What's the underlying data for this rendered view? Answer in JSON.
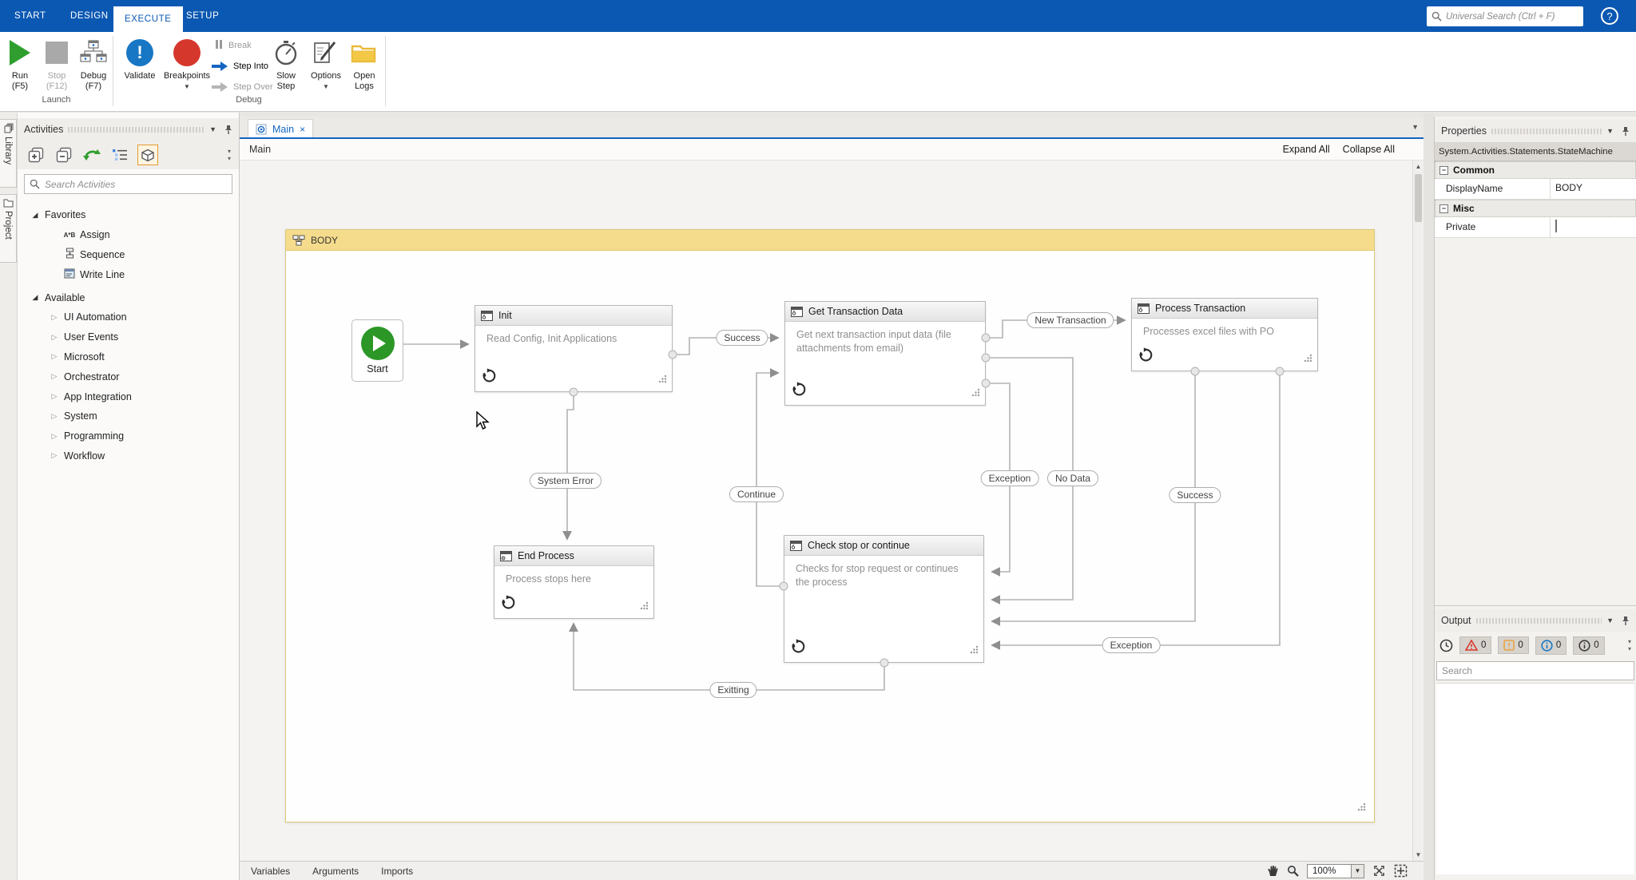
{
  "colors": {
    "accent_blue": "#0b58b2",
    "tab_blue": "#1565c0",
    "body_header_yellow": "#f5dc8c",
    "run_green": "#2f9e2f",
    "breakpoint_red": "#d6372c",
    "validate_blue": "#1777c4",
    "folder_yellow": "#f2c031",
    "error_red": "#d9372c",
    "warning_orange": "#e8a33d"
  },
  "ribbon": {
    "tabs": [
      {
        "label": "START"
      },
      {
        "label": "DESIGN"
      },
      {
        "label": "EXECUTE"
      },
      {
        "label": "SETUP"
      }
    ],
    "search_placeholder": "Universal Search (Ctrl + F)",
    "help_label": "?",
    "buttons": {
      "run_label": "Run",
      "run_key": "(F5)",
      "stop_label": "Stop",
      "stop_key": "(F12)",
      "debug_label": "Debug",
      "debug_key": "(F7)",
      "validate": "Validate",
      "breakpoints": "Breakpoints",
      "break": "Break",
      "step_into": "Step Into",
      "step_over": "Step Over",
      "slow_step": "Slow Step",
      "options": "Options",
      "open_logs": "Open Logs"
    },
    "groups": [
      {
        "label": "Launch"
      },
      {
        "label": "Debug"
      }
    ]
  },
  "side_tabs": [
    {
      "label": "Library"
    },
    {
      "label": "Project"
    }
  ],
  "activities_panel": {
    "title": "Activities",
    "search_placeholder": "Search Activities",
    "tree": [
      {
        "label": "Favorites",
        "children": [
          {
            "label": "Assign"
          },
          {
            "label": "Sequence"
          },
          {
            "label": "Write Line"
          }
        ]
      },
      {
        "label": "Available",
        "children": [
          {
            "label": "UI Automation"
          },
          {
            "label": "User Events"
          },
          {
            "label": "Microsoft"
          },
          {
            "label": "Orchestrator"
          },
          {
            "label": "App Integration"
          },
          {
            "label": "System"
          },
          {
            "label": "Programming"
          },
          {
            "label": "Workflow"
          }
        ]
      }
    ]
  },
  "editor": {
    "tab_label": "Main",
    "breadcrumb": "Main",
    "expand_all": "Expand All",
    "collapse_all": "Collapse All"
  },
  "designer": {
    "container_title": "BODY",
    "start_label": "Start",
    "states": [
      {
        "title": "Init",
        "desc": "Read Config, Init Applications"
      },
      {
        "title": "Get Transaction Data",
        "desc": "Get next transaction input data (file attachments from email)"
      },
      {
        "title": "Process Transaction",
        "desc": "Processes excel files with PO"
      },
      {
        "title": "End Process",
        "desc": "Process stops here"
      },
      {
        "title": "Check stop or continue",
        "desc": "Checks for stop request or continues the process"
      }
    ],
    "transitions": [
      {
        "label": "Success"
      },
      {
        "label": "New Transaction"
      },
      {
        "label": "System Error"
      },
      {
        "label": "Continue"
      },
      {
        "label": "Exception"
      },
      {
        "label": "No Data"
      },
      {
        "label": "Success"
      },
      {
        "label": "Exception"
      },
      {
        "label": "Exitting"
      }
    ]
  },
  "properties_panel": {
    "title": "Properties",
    "type_name": "System.Activities.Statements.StateMachine",
    "common_label": "Common",
    "display_name_label": "DisplayName",
    "display_name_value": "BODY",
    "misc_label": "Misc",
    "private_label": "Private"
  },
  "output_panel": {
    "title": "Output",
    "error_count": "0",
    "warning_count": "0",
    "info_count": "0",
    "trace_count": "0",
    "search_placeholder": "Search"
  },
  "bottom_bar": {
    "tabs": [
      {
        "label": "Variables"
      },
      {
        "label": "Arguments"
      },
      {
        "label": "Imports"
      }
    ],
    "zoom_level": "100%"
  }
}
